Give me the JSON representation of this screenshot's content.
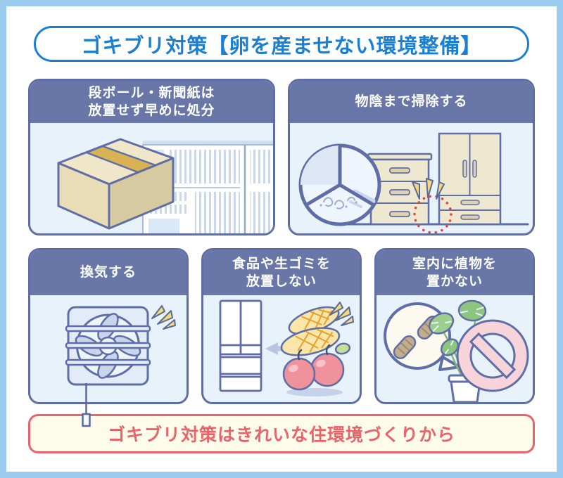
{
  "title": "ゴキブリ対策【卵を産ませない環境整備】",
  "panels": [
    {
      "label": "段ボール・新聞紙は\n放置せず早めに処分",
      "illustration": "cardboard-box-and-newspaper"
    },
    {
      "label": "物陰まで掃除する",
      "illustration": "furniture-gap-corner-cleaning"
    },
    {
      "label": "換気する",
      "illustration": "ventilation-fan"
    },
    {
      "label": "食品や生ゴミを\n放置しない",
      "illustration": "refrigerator-and-food"
    },
    {
      "label": "室内に植物を\n置かない",
      "illustration": "potted-plant-prohibited"
    }
  ],
  "footer": {
    "label": "ゴキブリ対策はきれいな住環境づくりから"
  },
  "colors": {
    "frame_border": "#9bcbee",
    "title_blue": "#1a7fd0",
    "panel_header": "#6877a8",
    "panel_border": "#5f6ea6",
    "panel_bg": "#e7f2fb",
    "footer_red": "#e8636a",
    "footer_bg": "#fdfbe9",
    "alert_dotted_red": "#e84040",
    "sparkle_yellow": "#f6d876",
    "cardboard_tan": "#e9ddb7",
    "furniture_beige": "#efe8d0",
    "prohibition_pink": "#f7d4da"
  }
}
